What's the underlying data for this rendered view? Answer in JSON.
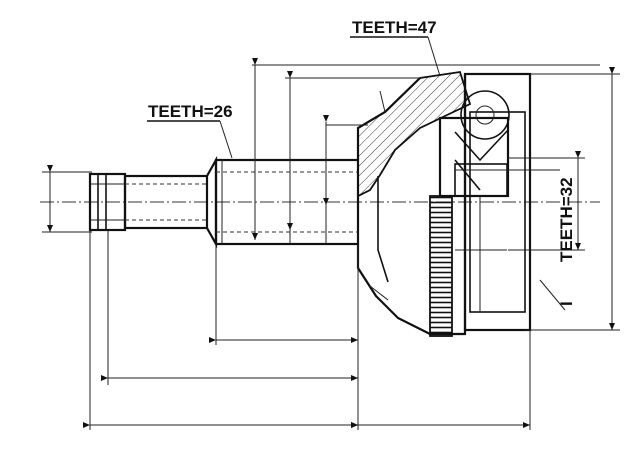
{
  "labels": {
    "teeth_outer": "TEETH=47",
    "teeth_spline": "TEETH=26",
    "teeth_inner": "TEETH=32",
    "mark": "I"
  }
}
